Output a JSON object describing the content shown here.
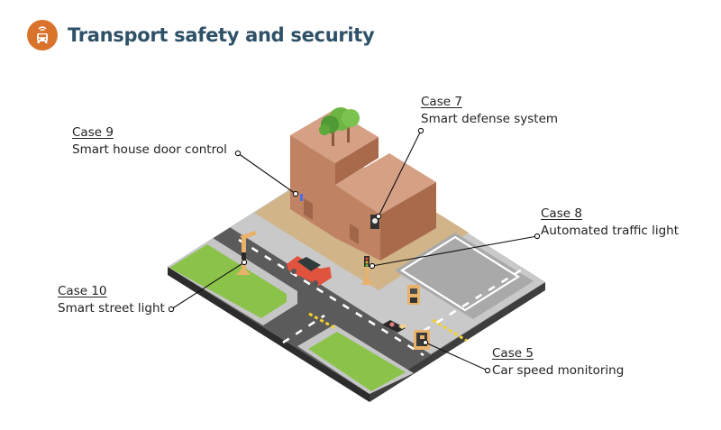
{
  "header": {
    "icon": "connected-car-icon",
    "title": "Transport safety and security"
  },
  "colors": {
    "title": "#2f5168",
    "icon_bg": "#d9732b",
    "grass": "#8bc34a",
    "road": "#5b5b5b",
    "sidewalk": "#c8c8c8",
    "building": "#c98d6c",
    "car": "#e0533d"
  },
  "callouts": [
    {
      "id": "case-9",
      "case": "Case 9",
      "desc": "Smart house door control"
    },
    {
      "id": "case-7",
      "case": "Case 7",
      "desc": "Smart defense system"
    },
    {
      "id": "case-8",
      "case": "Case 8",
      "desc": "Automated traffic light"
    },
    {
      "id": "case-10",
      "case": "Case 10",
      "desc": "Smart street light"
    },
    {
      "id": "case-5",
      "case": "Case 5",
      "desc": "Car speed monitoring"
    }
  ]
}
